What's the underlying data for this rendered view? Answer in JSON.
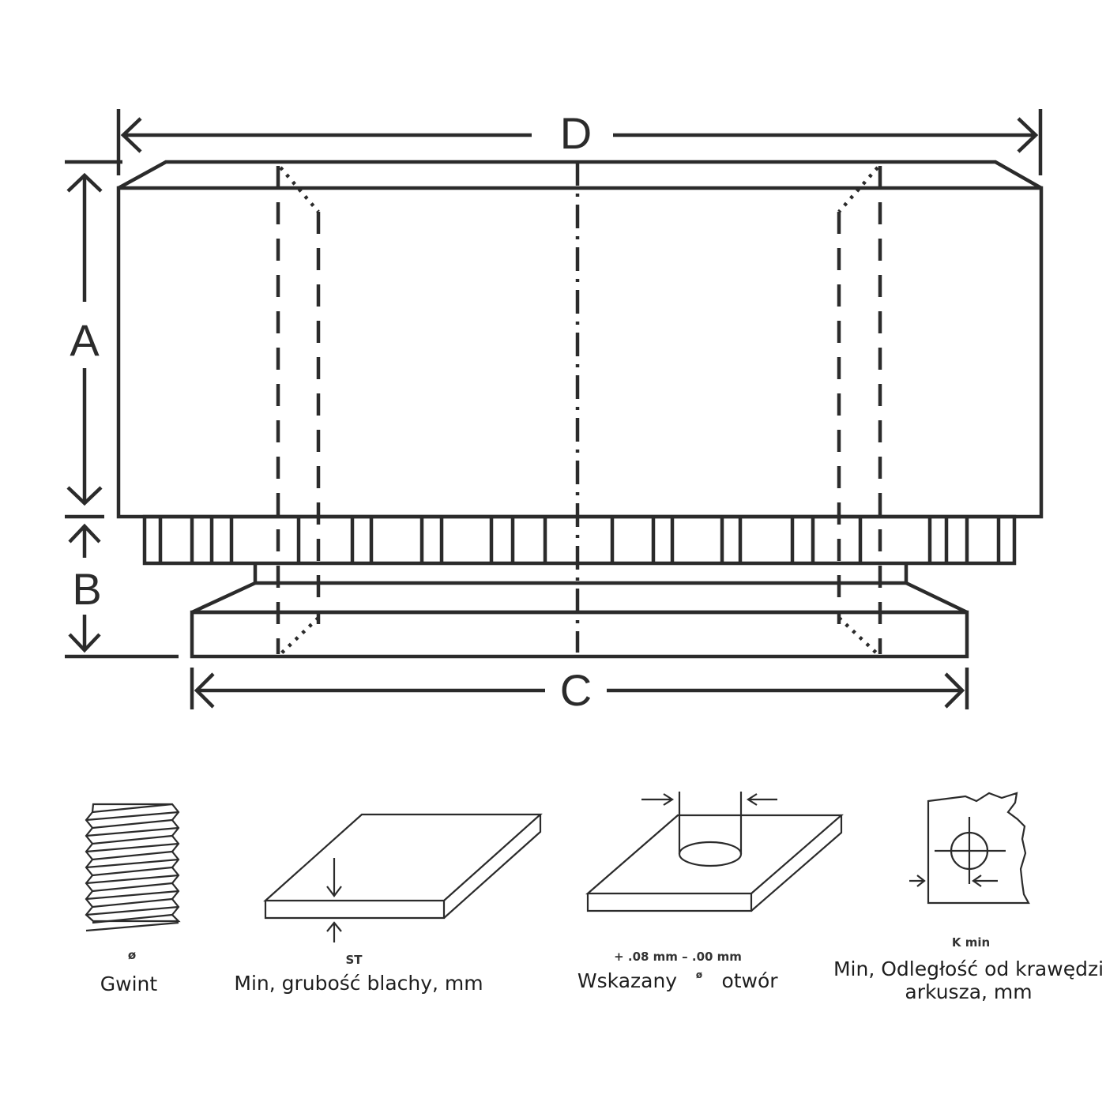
{
  "dimensions": {
    "d": "D",
    "a": "A",
    "b": "B",
    "c": "C"
  },
  "icons": {
    "thread": "thread-icon",
    "sheet": "sheet-thickness-icon",
    "hole": "hole-plate-icon",
    "edge": "edge-distance-icon"
  },
  "legend": {
    "thread": {
      "symbol": "ø",
      "label": "Gwint"
    },
    "sheet": {
      "symbol": "ST",
      "label": "Min, grubość blachy, mm"
    },
    "hole": {
      "tolerance": "+ .08 mm – .00 mm",
      "label_left": "Wskazany",
      "symbol": "ø",
      "label_right": "otwór"
    },
    "edge": {
      "symbol": "K min",
      "label_line1": "Min, Odległość od krawędzi",
      "label_line2": "arkusza, mm"
    }
  },
  "colors": {
    "line": "#2b2b2b",
    "background": "#ffffff"
  }
}
